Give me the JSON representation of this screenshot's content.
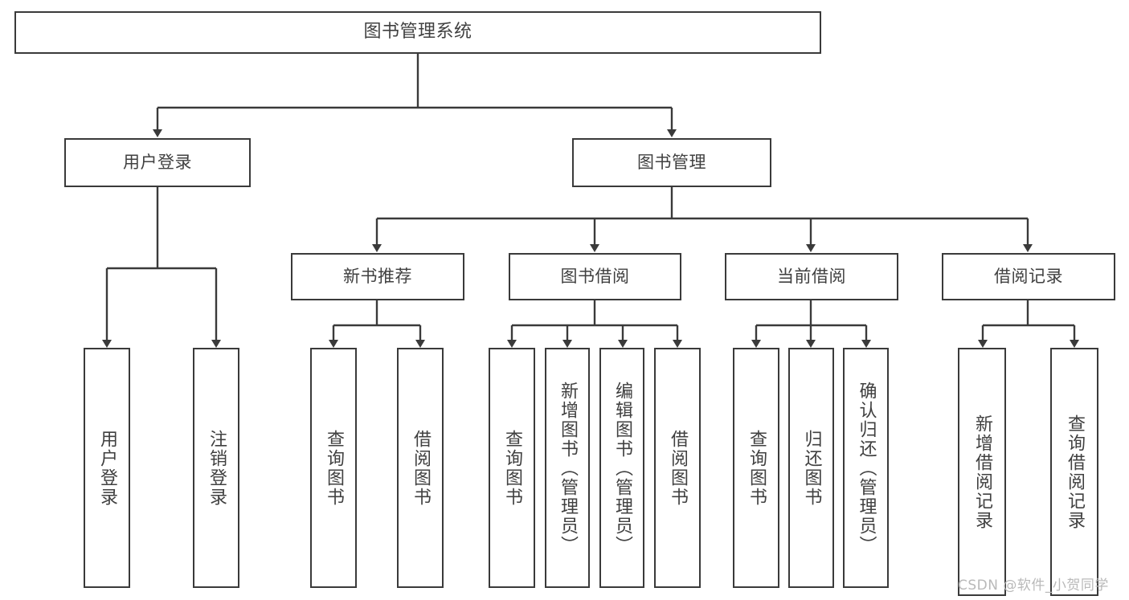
{
  "diagram": {
    "type": "tree",
    "title": "图书管理系统",
    "root": {
      "label": "图书管理系统"
    },
    "level1": [
      {
        "label": "用户登录"
      },
      {
        "label": "图书管理"
      }
    ],
    "level2": [
      {
        "label": "新书推荐"
      },
      {
        "label": "图书借阅"
      },
      {
        "label": "当前借阅"
      },
      {
        "label": "借阅记录"
      }
    ],
    "leaves": {
      "user_login": [
        {
          "label": "用户登录"
        },
        {
          "label": "注销登录"
        }
      ],
      "new_book_recommend": [
        {
          "label": "查询图书"
        },
        {
          "label": "借阅图书"
        }
      ],
      "book_borrow": [
        {
          "label": "查询图书"
        },
        {
          "label": "新增图书（管理员）"
        },
        {
          "label": "编辑图书（管理员）"
        },
        {
          "label": "借阅图书"
        }
      ],
      "current_borrow": [
        {
          "label": "查询图书"
        },
        {
          "label": "归还图书"
        },
        {
          "label": "确认归还（管理员）"
        }
      ],
      "borrow_record": [
        {
          "label": "新增借阅记录"
        },
        {
          "label": "查询借阅记录"
        }
      ]
    }
  },
  "watermark": {
    "text": "CSDN @软件_小贺同学"
  },
  "colors": {
    "border": "#3a3a3a",
    "background": "#ffffff",
    "text": "#404040",
    "line": "#3a3a3a",
    "watermark": "#b9b9b9"
  }
}
